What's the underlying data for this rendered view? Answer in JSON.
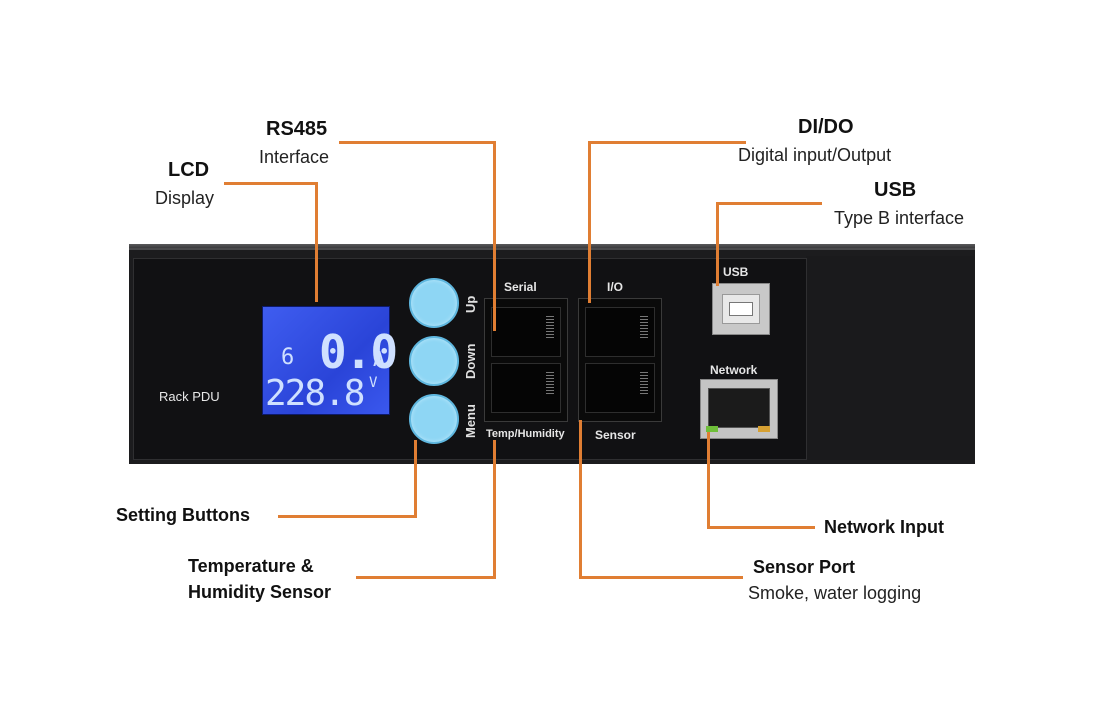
{
  "device": {
    "label": "Rack PDU",
    "lcd": {
      "channel": "6",
      "current": "0.0",
      "current_unit": "A",
      "voltage": "228.8",
      "voltage_unit": "V"
    },
    "buttons": [
      {
        "label": "Up"
      },
      {
        "label": "Down"
      },
      {
        "label": "Menu"
      }
    ],
    "ports": {
      "serial": "Serial",
      "temp_humidity": "Temp/Humidity",
      "io": "I/O",
      "sensor": "Sensor",
      "usb": "USB",
      "network": "Network"
    }
  },
  "annotations": {
    "lcd": {
      "title": "LCD",
      "subtitle": "Display"
    },
    "rs485": {
      "title": "RS485",
      "subtitle": "Interface"
    },
    "didoc": {
      "title": "DI/DO",
      "subtitle": "Digital input/Output"
    },
    "usb": {
      "title": "USB",
      "subtitle": "Type B interface"
    },
    "setting_buttons": {
      "title": "Setting Buttons"
    },
    "temp_humidity": {
      "title_line1": "Temperature &",
      "title_line2": "Humidity Sensor"
    },
    "network_input": {
      "title": "Network Input"
    },
    "sensor_port": {
      "title": "Sensor Port",
      "subtitle": "Smoke, water logging"
    }
  },
  "colors": {
    "leader_line": "#e07e33",
    "button": "#8ed6f4",
    "lcd": "#2a44d8"
  }
}
